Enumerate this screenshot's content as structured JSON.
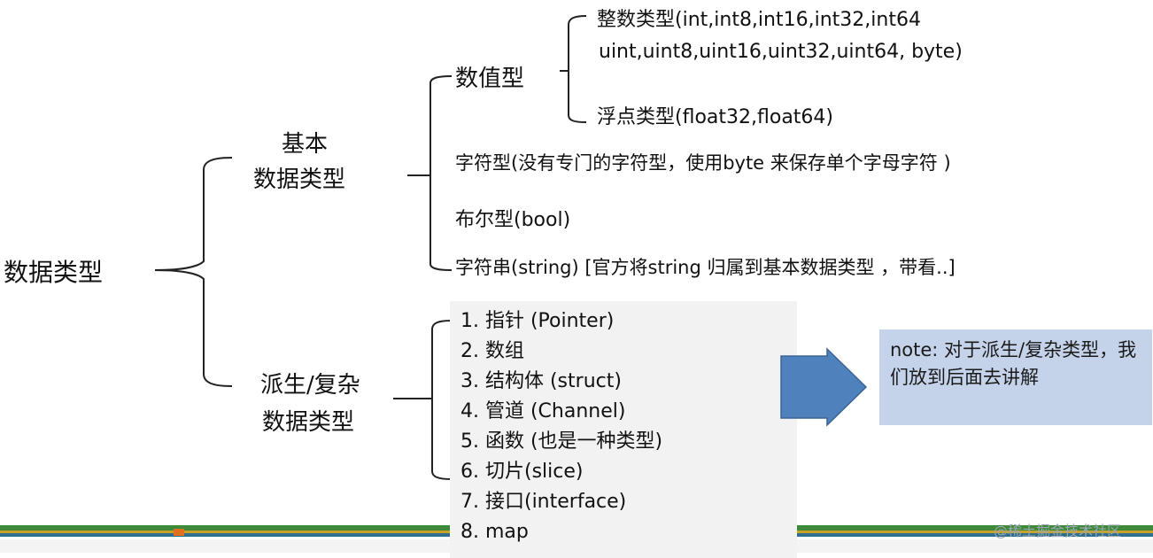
{
  "root": "数据类型",
  "basic": {
    "title_line1": "基本",
    "title_line2": "数据类型",
    "numeric": {
      "label": "数值型",
      "integer_line1": "整数类型(int,int8,int16,int32,int64",
      "integer_line2": "uint,uint8,uint16,uint32,uint64, byte)",
      "float": "浮点类型(float32,float64)"
    },
    "char_type": "字符型(没有专门的字符型，使用byte 来保存单个字母字符 )",
    "bool_type": "布尔型(bool)",
    "string_type": "字符串(string) [官方将string 归属到基本数据类型 ，带看..]"
  },
  "derived": {
    "title_line1": "派生/复杂",
    "title_line2": "数据类型",
    "items": [
      "1. 指针 (Pointer)",
      "2. 数组",
      "3. 结构体 (struct)",
      "4. 管道 (Channel)",
      "5. 函数 (也是一种类型)",
      "6. 切片(slice)",
      "7. 接口(interface)",
      "8. map"
    ]
  },
  "note": "note: 对于派生/复杂类型，我们放到后面去讲解",
  "watermark": "@稀土掘金技术社区",
  "colors": {
    "note_bg": "#c5d3ea",
    "arrow": "#4f81bd",
    "list_bg": "#f2f2f2"
  }
}
